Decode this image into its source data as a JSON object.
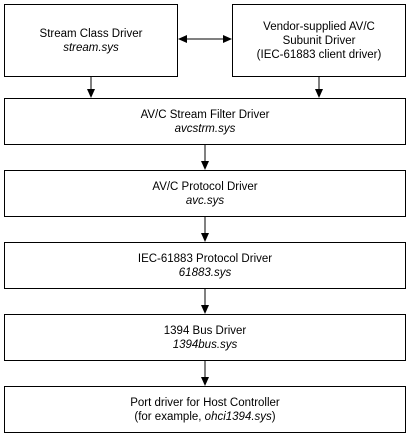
{
  "diagram": {
    "stream_class": {
      "title": "Stream Class Driver",
      "file": "stream.sys"
    },
    "vendor": {
      "line1": "Vendor-supplied AV/C",
      "line2": "Subunit Driver",
      "line3": "(IEC-61883 client driver)"
    },
    "avc_stream_filter": {
      "title": "AV/C Stream Filter Driver",
      "file": "avcstrm.sys"
    },
    "avc_protocol": {
      "title": "AV/C Protocol Driver",
      "file": "avc.sys"
    },
    "iec61883_protocol": {
      "title": "IEC-61883 Protocol Driver",
      "file": "61883.sys"
    },
    "bus_1394": {
      "title": "1394 Bus Driver",
      "file": "1394bus.sys"
    },
    "port_driver": {
      "title": "Port driver for Host Controller",
      "example_prefix": "(for example, ",
      "example_file": "ohci1394.sys",
      "example_suffix": ")"
    }
  },
  "colors": {
    "line": "#000000",
    "box_fill": "#ffffff",
    "background": "#ffffff"
  }
}
